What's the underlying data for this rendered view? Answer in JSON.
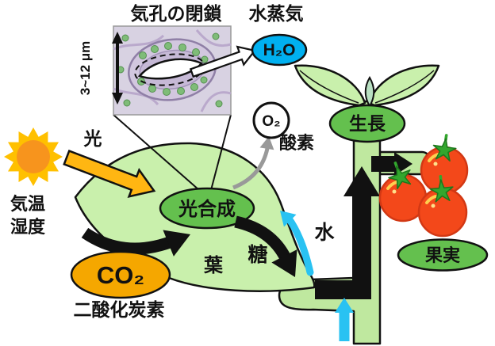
{
  "diagram": {
    "stomata": {
      "title": "気孔の閉鎖",
      "size_label": "3~12 μm"
    },
    "water_vapor": {
      "label": "水蒸気",
      "molecule": "H₂O"
    },
    "oxygen": {
      "molecule": "O₂",
      "label": "酸素"
    },
    "light": {
      "label": "光"
    },
    "environment": {
      "air_temperature": "気温",
      "humidity": "湿度"
    },
    "co2": {
      "molecule": "CO₂",
      "label": "二酸化炭素"
    },
    "photosynthesis": {
      "label": "光合成"
    },
    "leaf": {
      "label": "葉"
    },
    "sugar": {
      "label": "糖"
    },
    "water": {
      "label": "水"
    },
    "growth": {
      "label": "生長"
    },
    "fruit": {
      "label": "果実"
    },
    "colors": {
      "leaf_green": "#C9F0AC",
      "plant_green": "#BFE89F",
      "node_green": "#64C04E",
      "co2_orange": "#F5A700",
      "h2o_cyan": "#00B0F0",
      "water_arrow_cyan": "#29C2F2",
      "sun_ray": "#FFC000",
      "sun_core": "#F7941D",
      "light_arrow": "#FFB612",
      "tomato_red": "#F3481A",
      "o2_text_navy": "#1F3864",
      "gray_arrow": "#999999"
    }
  }
}
